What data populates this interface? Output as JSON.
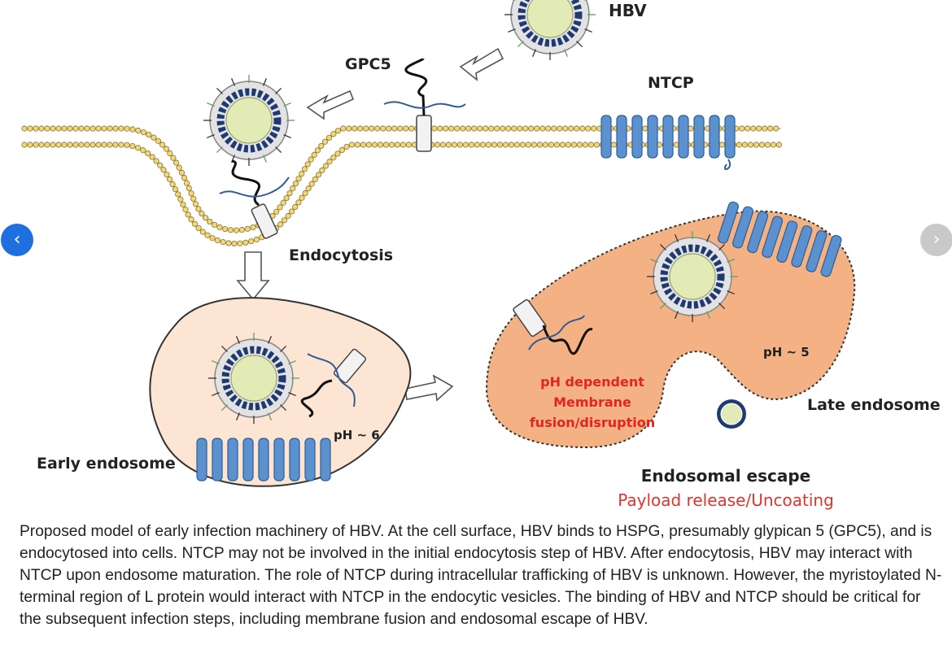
{
  "labels": {
    "hbv": "HBV",
    "gpc5": "GPC5",
    "ntcp": "NTCP",
    "endocytosis": "Endocytosis",
    "ph_early": "pH ~ 6",
    "early_endosome": "Early endosome",
    "ph_late": "pH ~ 5",
    "late_endosome": "Late endosome",
    "fusion_line1": "pH dependent",
    "fusion_line2": "Membrane",
    "fusion_line3": "fusion/disruption",
    "escape": "Endosomal escape",
    "payload": "Payload release/Uncoating"
  },
  "caption": "Proposed model of early infection machinery of HBV. At the cell surface, HBV binds to HSPG, presumably glypican 5 (GPC5), and is endocytosed into cells. NTCP may not be involved in the initial endocytosis step of HBV. After endocytosis, HBV may interact with NTCP upon endosome maturation. The role of NTCP during intracellular trafficking of HBV is unknown. However, the myristoylated N-terminal region of L protein would interact with NTCP in the endocytic vesicles. The binding of HBV and NTCP should be critical for the subsequent infection steps, including membrane fusion and endosomal escape of HBV.",
  "nav": {
    "prev_icon": "‹",
    "next_icon": "›"
  },
  "colors": {
    "lipid_head": "#f0d77a",
    "ntcp_blue": "#5b91cf",
    "early_endosome_fill": "#fde5d4",
    "late_endosome_fill": "#f4b183",
    "capsid_dark": "#1f3a73",
    "core_fill": "#e2ebb6",
    "red_text": "#e12424"
  }
}
